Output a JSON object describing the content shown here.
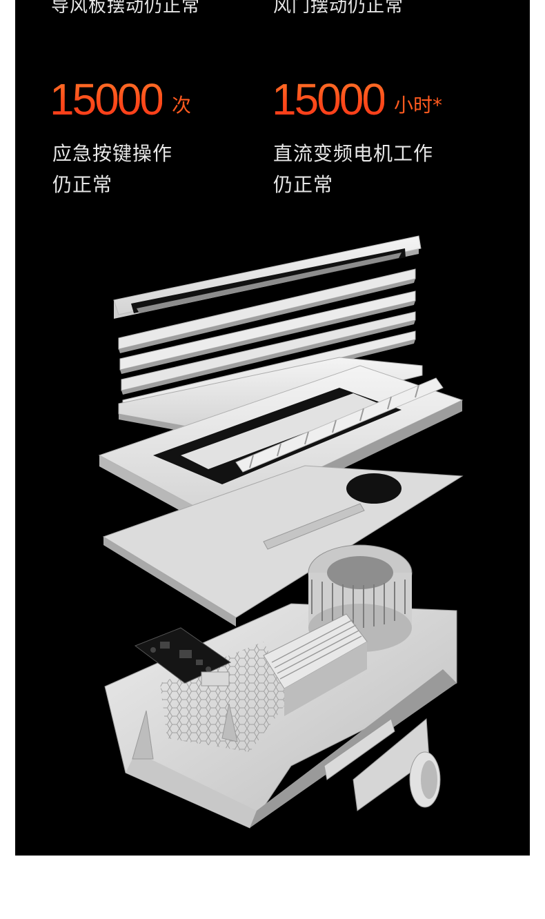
{
  "features": {
    "top_left_caption": "导风板摆动仍正常",
    "top_right_caption": "风门摆动仍正常",
    "left": {
      "number": "15000",
      "unit": "次",
      "line1": "应急按键操作",
      "line2": "仍正常"
    },
    "right": {
      "number": "15000",
      "unit": "小时*",
      "line1": "直流变频电机工作",
      "line2": "仍正常"
    }
  },
  "colors": {
    "accent": "#ff4a1a",
    "background": "#000000",
    "text": "#e8e8e8"
  },
  "illustration": {
    "name": "exploded-view-of-bathroom-fan-heater"
  }
}
